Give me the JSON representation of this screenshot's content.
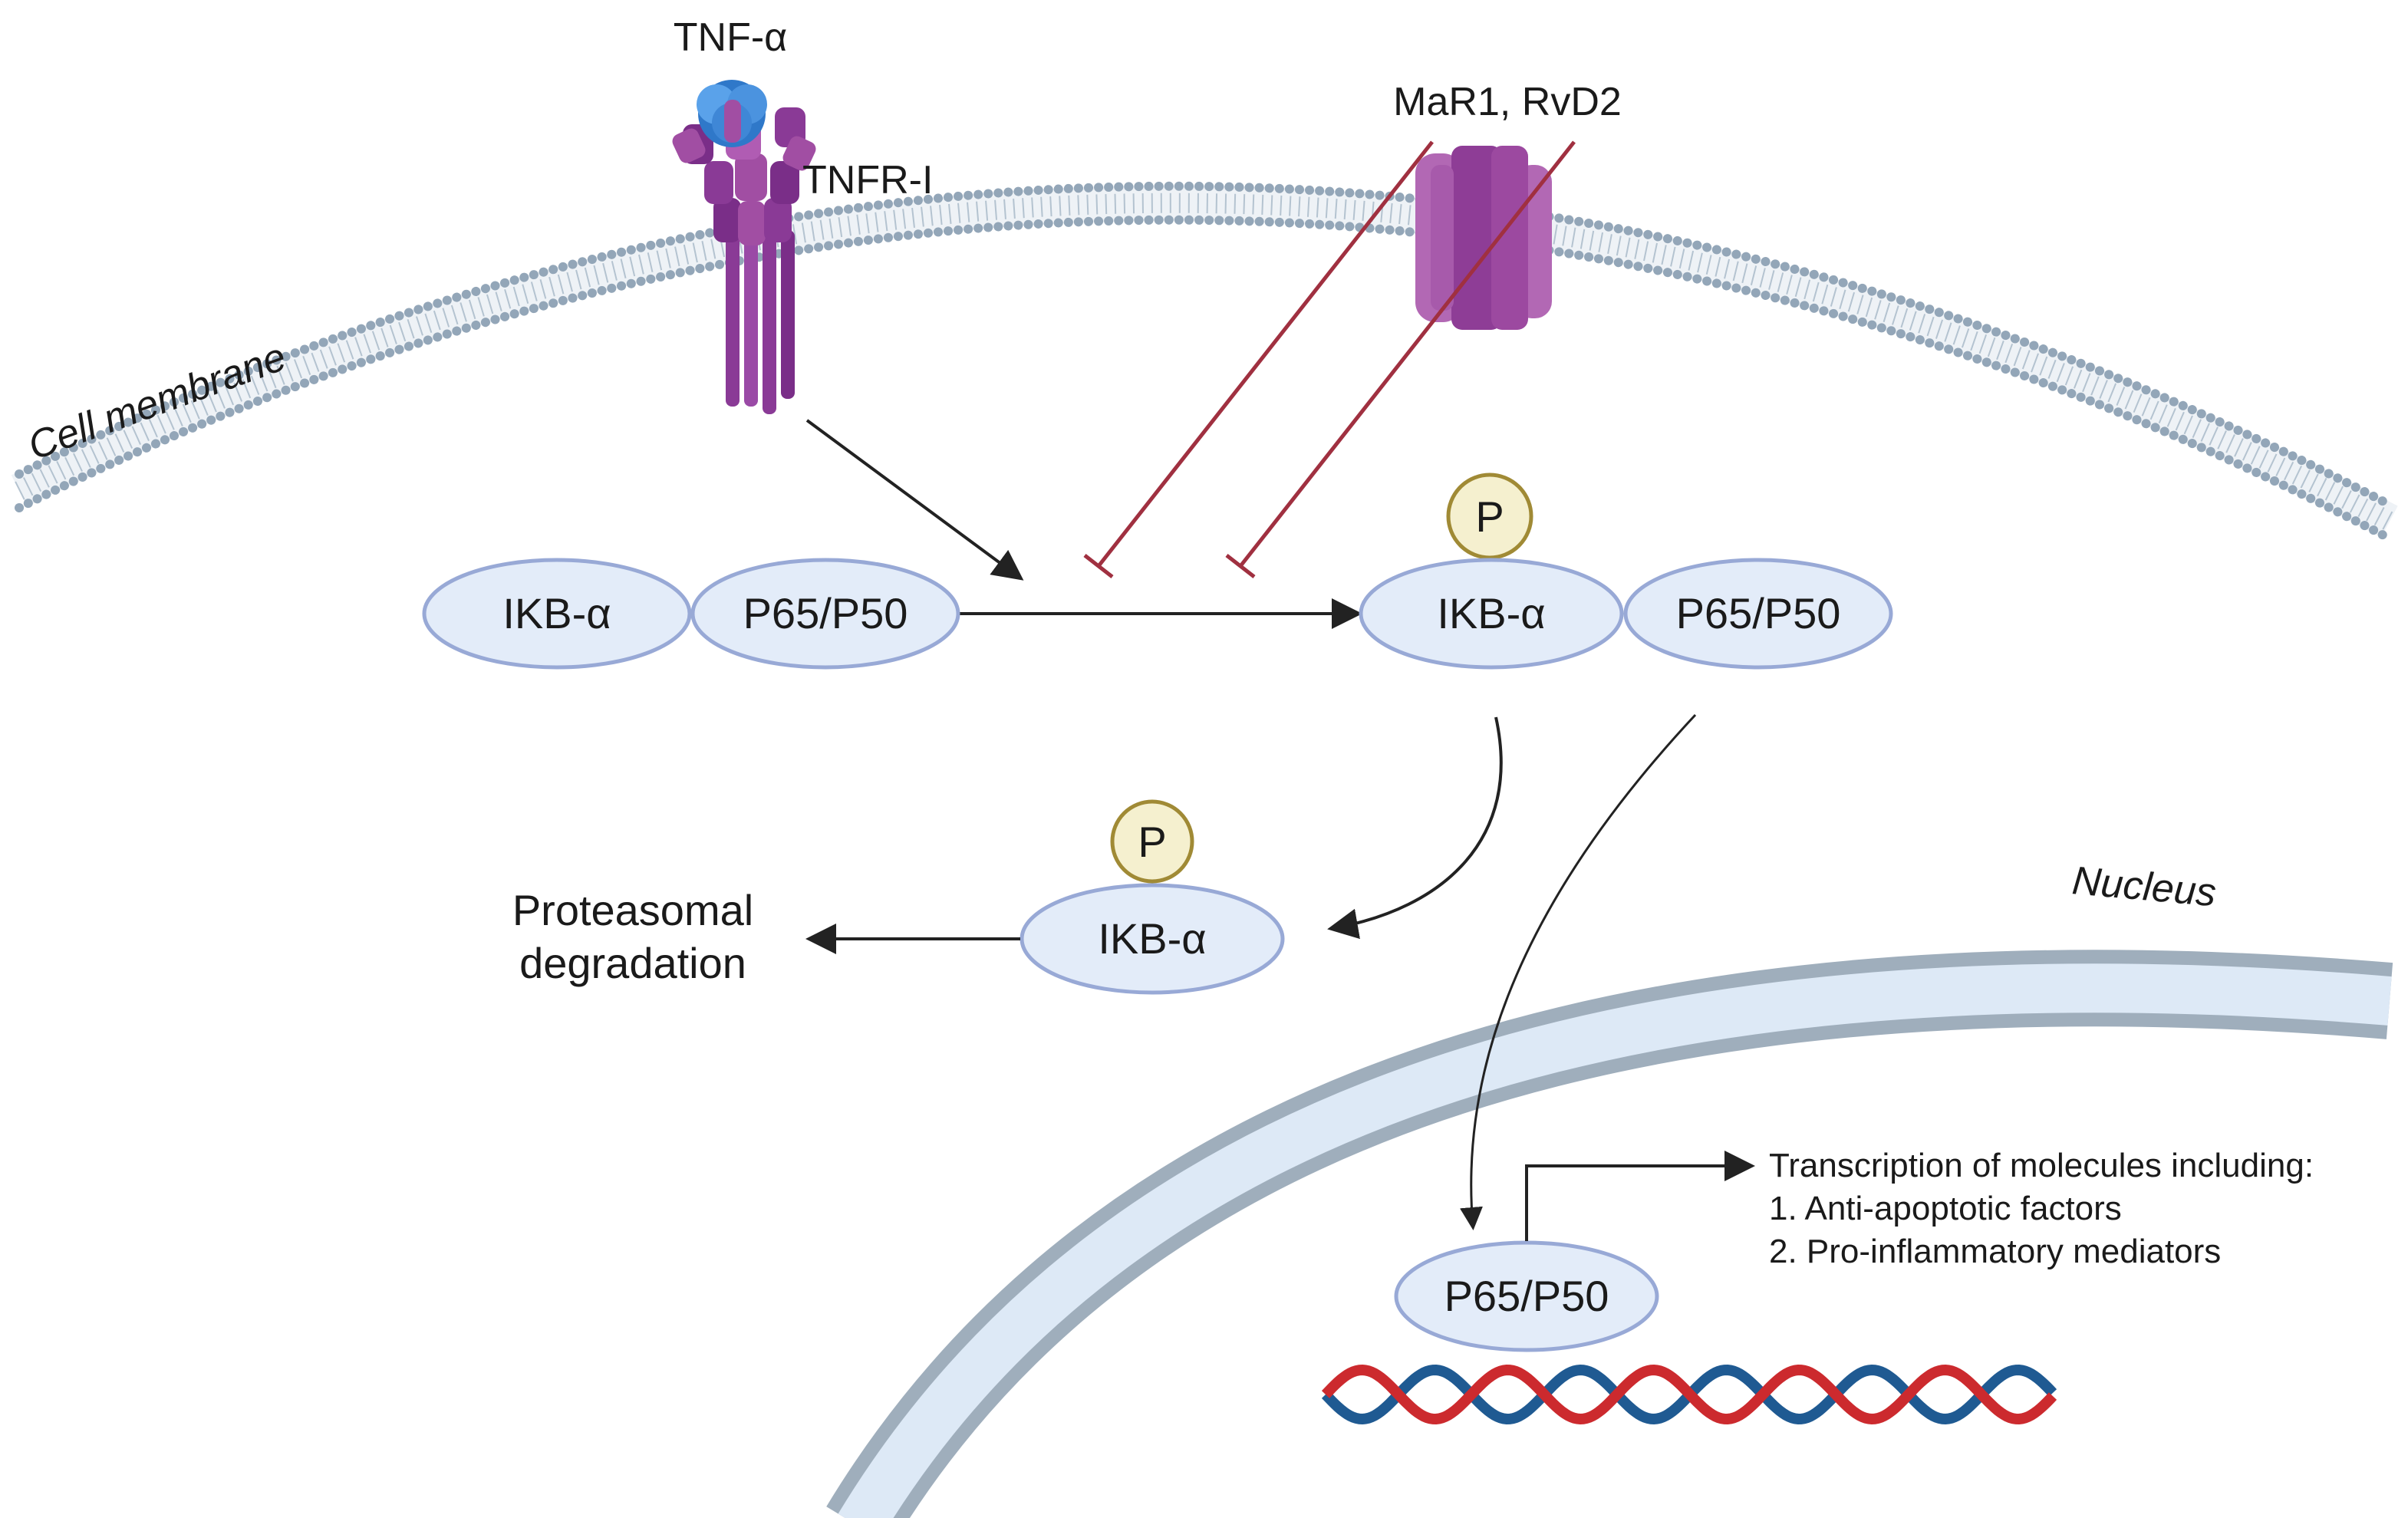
{
  "labels": {
    "tnf_alpha": "TNF-α",
    "tnfr": "TNFR-I",
    "inhibitors": "MaR1, RvD2",
    "cell_membrane": "Cell membrane",
    "nucleus": "Nucleus",
    "proteasome_line1": "Proteasomal",
    "proteasome_line2": "degradation",
    "phospho": "P",
    "ikb": "IKB-α",
    "p65p50": "P65/P50",
    "transcription_title": "Transcription of molecules including:",
    "transcription_item1": "1. Anti-apoptotic factors",
    "transcription_item2": "2. Pro-inflammatory mediators"
  },
  "colors": {
    "node_fill": "#e3ecf9",
    "node_stroke": "#98a9d6",
    "phospho_fill": "#f5f0cf",
    "phospho_stroke": "#a08a35",
    "membrane_dot": "#93a6b8",
    "membrane_line": "#b4c3d0",
    "nucleus_fill": "#dde9f6",
    "nucleus_stroke": "#9faebc",
    "arrow": "#222222",
    "inhibit": "#a03040",
    "receptor": "#8a3a96",
    "channel": "#a14ea3",
    "ligand": "#3a86db",
    "dna_red": "#cc2a2e",
    "dna_blue": "#1f5a92"
  }
}
